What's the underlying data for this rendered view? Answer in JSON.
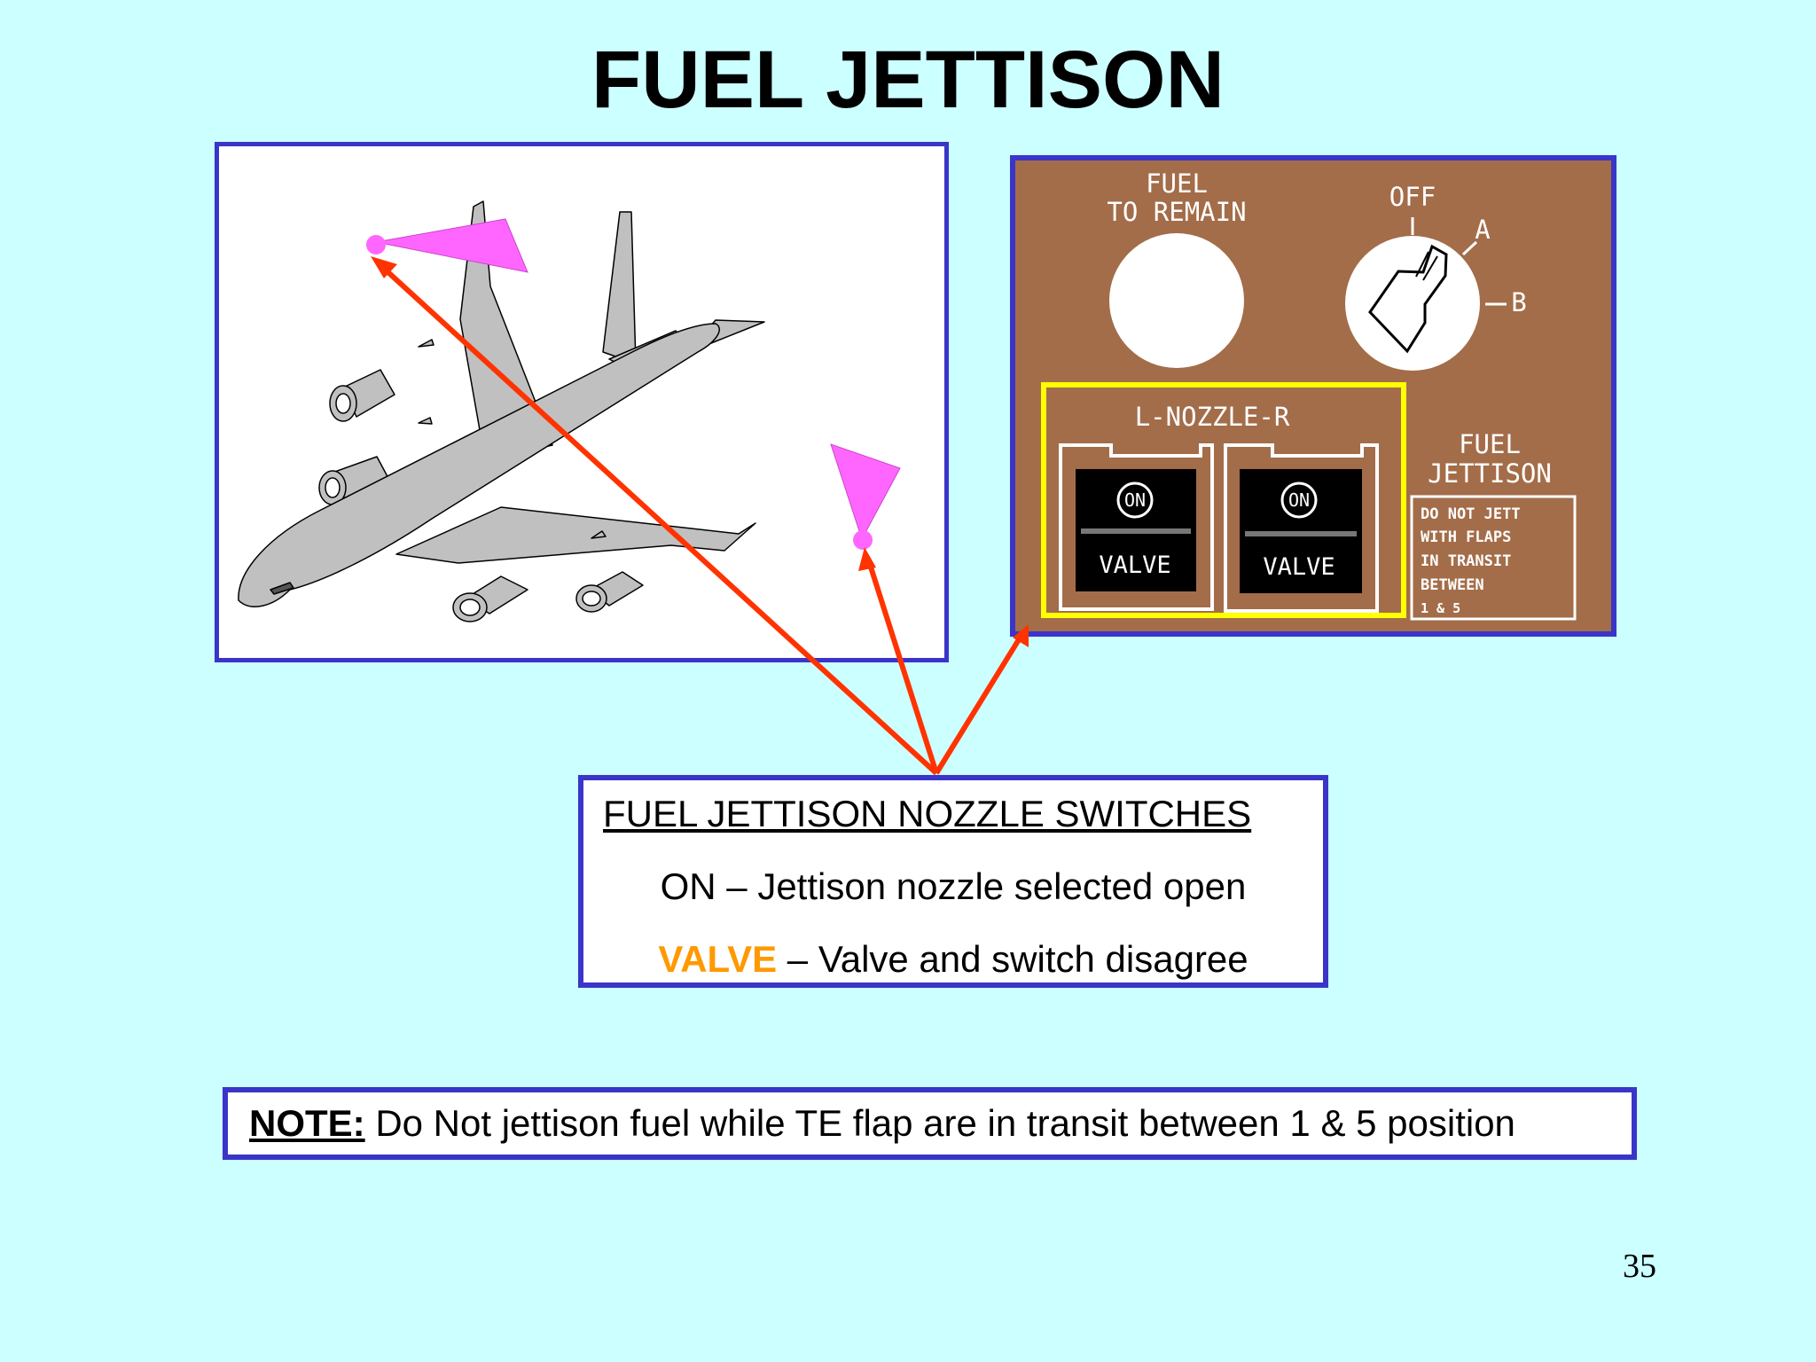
{
  "title": "FUEL JETTISON",
  "panel": {
    "fuel_to_remain_line1": "FUEL",
    "fuel_to_remain_line2": "TO REMAIN",
    "selector_off": "OFF",
    "selector_a": "A",
    "selector_b": "B",
    "nozzle_header": "L-NOZZLE-R",
    "left_switch_on": "ON",
    "left_switch_valve": "VALVE",
    "right_switch_on": "ON",
    "right_switch_valve": "VALVE",
    "jettison_label_line1": "FUEL",
    "jettison_label_line2": "JETTISON",
    "placard_lines": [
      "DO NOT JETT",
      "WITH FLAPS",
      "IN TRANSIT",
      "BETWEEN",
      "1 & 5"
    ]
  },
  "info": {
    "heading": "FUEL JETTISON NOZZLE SWITCHES ",
    "on_line": "ON – Jettison nozzle selected open",
    "valve_word": "VALVE",
    "valve_rest": " – Valve and switch disagree"
  },
  "note": {
    "label": "NOTE:",
    "text": " Do Not jettison fuel while TE flap are in transit between 1 & 5 position"
  },
  "page_number": "35",
  "colors": {
    "background": "#ccffff",
    "box_border": "#3a35c8",
    "panel_brown": "#a36d4a",
    "highlight_yellow": "#ffff00",
    "arrow_red": "#ff3300",
    "spray_pink": "#ff66ff",
    "valve_orange": "#ff9900",
    "aircraft_gray": "#c0c0c0"
  }
}
